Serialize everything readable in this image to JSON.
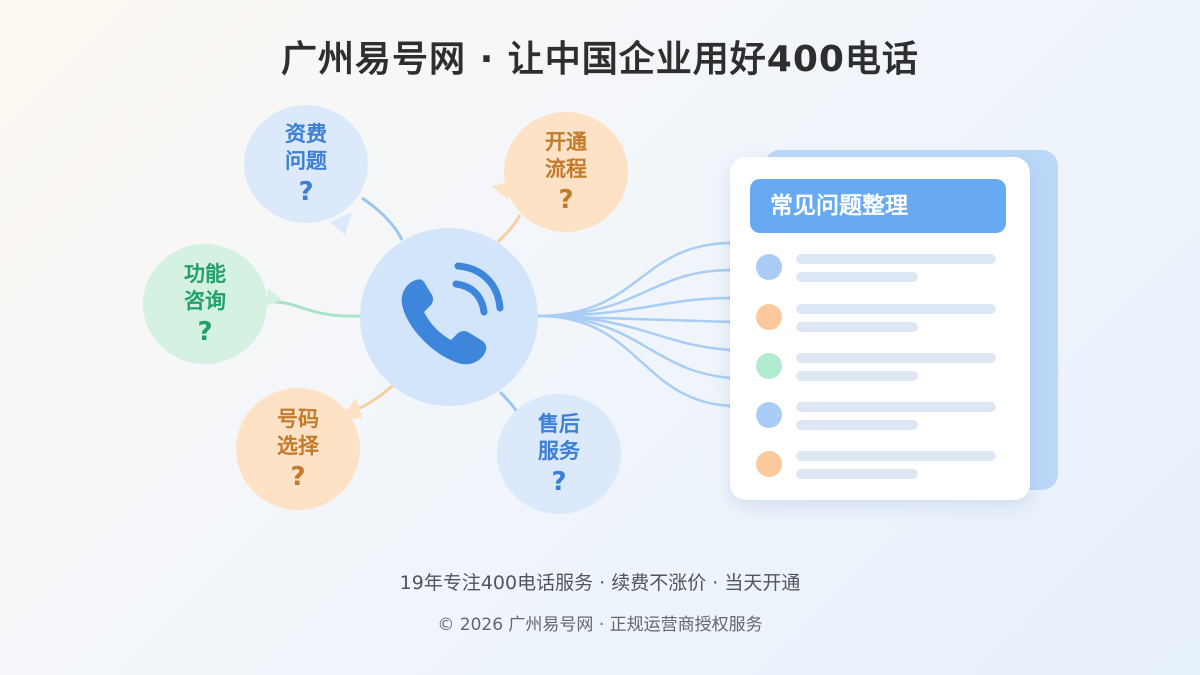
{
  "title": "广州易号网 · 让中国企业用好400电话",
  "diagram": {
    "center_icon": "phone-icon",
    "bubbles": [
      {
        "id": "fee",
        "line1": "资费",
        "line2": "问题",
        "mark": "?",
        "color": "#3d7fd6"
      },
      {
        "id": "process",
        "line1": "开通",
        "line2": "流程",
        "mark": "?",
        "color": "#c27a2c"
      },
      {
        "id": "function",
        "line1": "功能",
        "line2": "咨询",
        "mark": "?",
        "color": "#23a06a"
      },
      {
        "id": "number",
        "line1": "号码",
        "line2": "选择",
        "mark": "?",
        "color": "#c27a2c"
      },
      {
        "id": "aftersales",
        "line1": "售后",
        "line2": "服务",
        "mark": "?",
        "color": "#3d7fd6"
      }
    ],
    "card": {
      "header": "常见问题整理",
      "row_dot_colors": [
        "#a9cdf6",
        "#fbc99b",
        "#b2ebcf",
        "#a9cdf6",
        "#fbc99b"
      ]
    }
  },
  "footer": {
    "tagline": "19年专注400电话服务 · 续费不涨价 · 当天开通",
    "copyright": "© 2026 广州易号网 · 正规运营商授权服务"
  },
  "colors": {
    "blue": "#67a9f3",
    "orange": "#fde2c5",
    "green": "#d4f1e1",
    "light_blue": "#dbe9fa"
  }
}
